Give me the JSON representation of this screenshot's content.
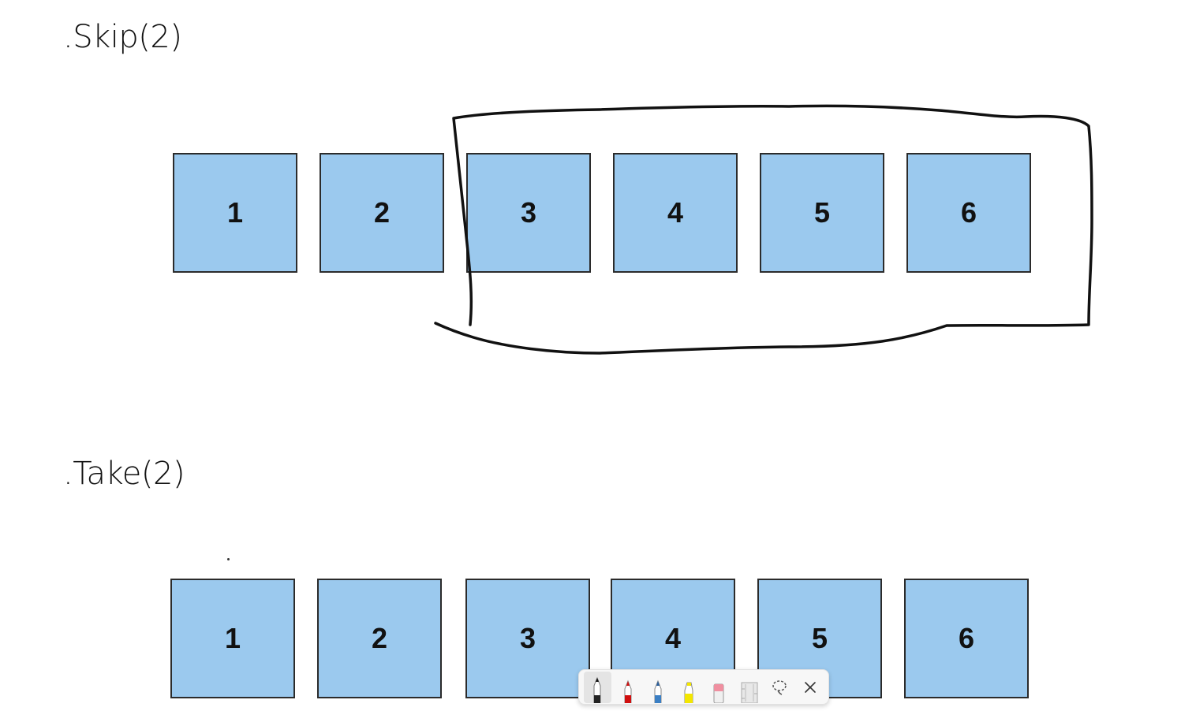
{
  "sections": [
    {
      "heading": ".Skip(2)",
      "boxes": [
        "1",
        "2",
        "3",
        "4",
        "5",
        "6"
      ]
    },
    {
      "heading": ".Take(2)",
      "boxes": [
        "1",
        "2",
        "3",
        "4",
        "5",
        "6"
      ]
    }
  ],
  "colors": {
    "box_fill": "#9bc9ee",
    "box_border": "#2b2b2b",
    "ink": "#111111"
  },
  "toolbar": {
    "tools": [
      "ballpoint-pen-icon",
      "red-pen-icon",
      "pencil-icon",
      "highlighter-icon",
      "eraser-icon",
      "ruler-icon",
      "lasso-select-icon",
      "close-icon"
    ],
    "active_tool": "ballpoint-pen-icon"
  }
}
